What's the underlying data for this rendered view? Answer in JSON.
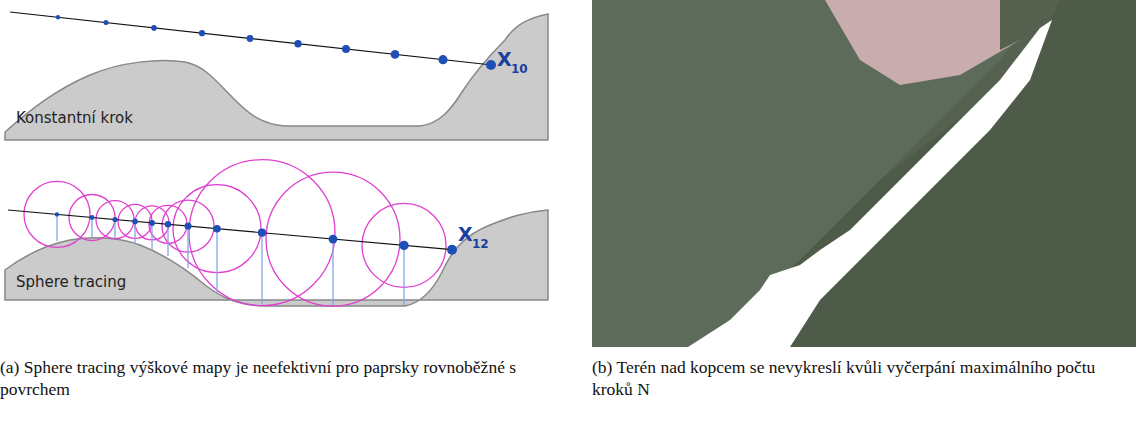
{
  "diagram": {
    "labels": [
      "Konstantní krok",
      "X",
      "10",
      "Sphere tracing",
      "X",
      "12",
      "(a) Sphere tracing výškové mapy je neefektivní pro paprsky rovnoběžné s povrchem",
      "(b) Terén nad kopcem se nevykreslí kvůli vyčerpání maximálního počtu kroků N"
    ]
  }
}
